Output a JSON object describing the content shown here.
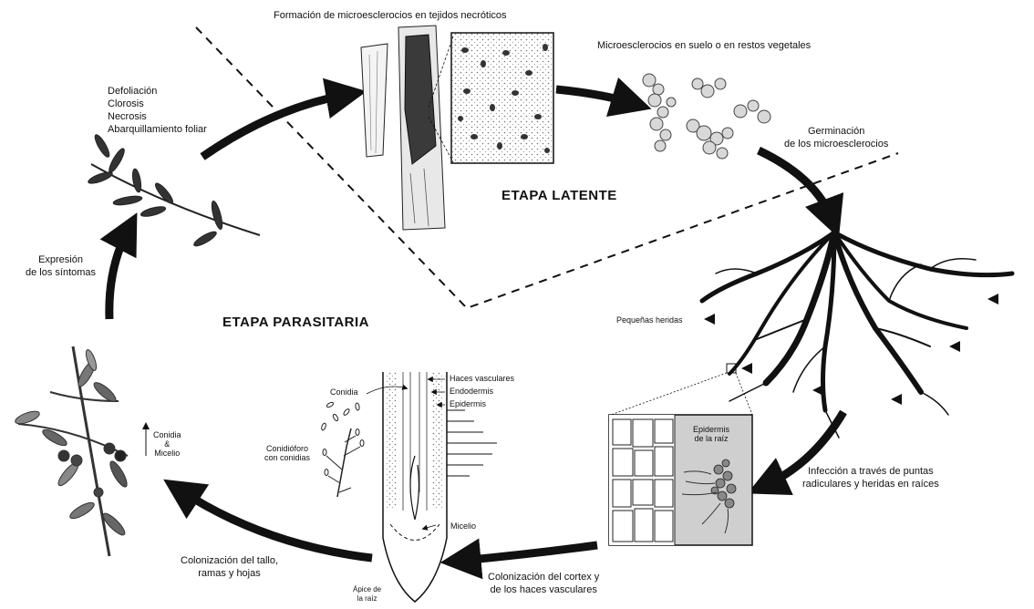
{
  "stages": {
    "latent": "ETAPA LATENTE",
    "parasitic": "ETAPA PARASITARIA"
  },
  "labels": {
    "microsclerotia_formation": "Formación de microesclerocios en tejidos necróticos",
    "microsclerotia_soil": "Microesclerocios en suelo o en restos vegetales",
    "germination": [
      "Germinación",
      "de los microesclerocios"
    ],
    "symptoms_list": [
      "Defoliación",
      "Clorosis",
      "Necrosis",
      "Abarquillamiento foliar"
    ],
    "symptom_expression": [
      "Expresión",
      "de los síntomas"
    ],
    "small_wounds": "Pequeñas heridas",
    "infection": [
      "Infección a través de puntas",
      "radiculares y heridas en raíces"
    ],
    "root_epidermis": [
      "Epidermis",
      "de la raíz"
    ],
    "cortex_colonization": [
      "Colonización del cortex y",
      "de los haces vasculares"
    ],
    "stem_colonization": [
      "Colonización del tallo,",
      "ramas y hojas"
    ],
    "root_apex": [
      "Ápice de",
      "la raíz"
    ],
    "vascular_bundles": "Haces vasculares",
    "endodermis": "Endodermis",
    "epidermis": "Epidermis",
    "conidia": "Conidia",
    "conidiophore": [
      "Conidióforo",
      "con conidias"
    ],
    "mycelium": "Micelio",
    "conidia_mycelium": [
      "Conidia",
      "&",
      "Micelio"
    ]
  },
  "colors": {
    "ink": "#111111",
    "paper": "#ffffff",
    "stipple": "#bcbcbc"
  }
}
